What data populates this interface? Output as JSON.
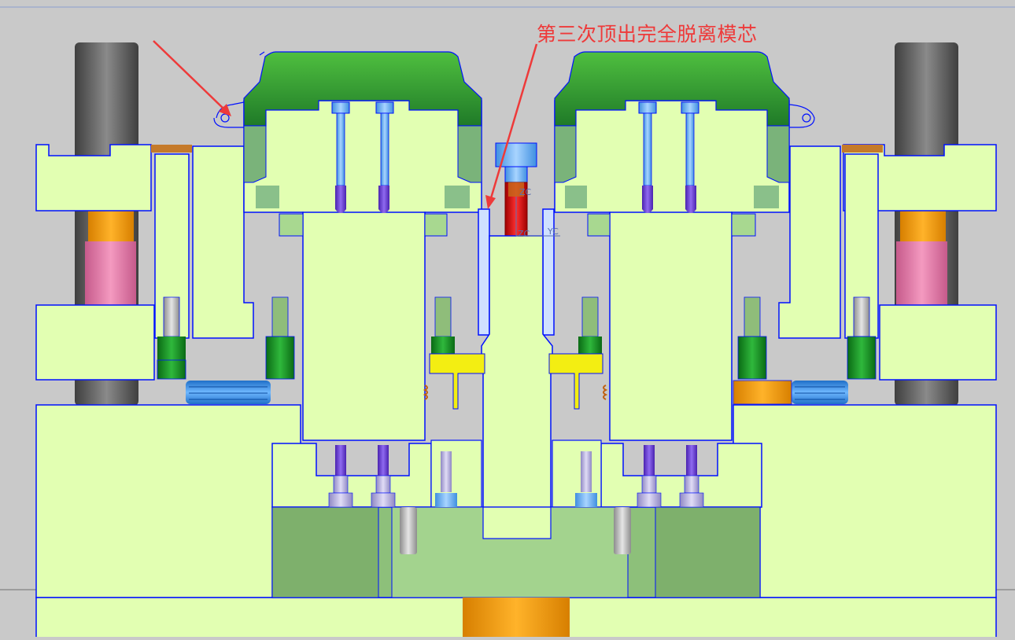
{
  "annotation": {
    "text": "第三次顶出完全脱离模芯"
  },
  "axes": {
    "zc_top": "ZC",
    "zc_bottom": "ZC",
    "yc": "YC"
  },
  "colors": {
    "plate": "#e2ffb2",
    "outline": "#0010ff",
    "product": "#2f9a35",
    "pin_blue": "#6fb4f5",
    "pin_violet": "#6a3fd0",
    "pin_lilac": "#b9b3de",
    "pin_green": "#0f8a1c",
    "guide_gray": "#5c5c5c",
    "orange": "#f4a10a",
    "pink": "#e07aa6",
    "spring": "#2f8de0",
    "yellow": "#f3ee12",
    "sprue_red": "#e80a0a",
    "arrow": "#ee3a3a",
    "background": "#c9c9c9"
  }
}
